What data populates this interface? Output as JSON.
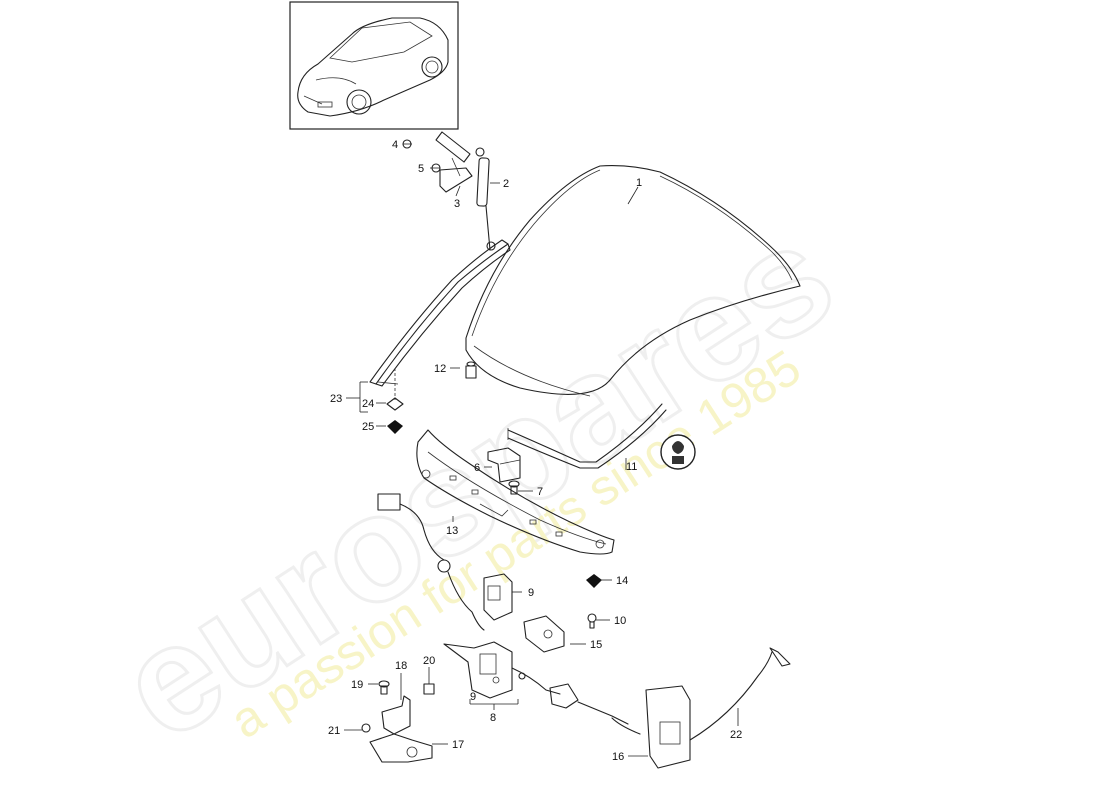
{
  "watermark": {
    "brand": "eurospares",
    "tagline": "a passion for parts since 1985"
  },
  "callouts": [
    {
      "id": "1",
      "label": "1"
    },
    {
      "id": "2",
      "label": "2"
    },
    {
      "id": "3",
      "label": "3"
    },
    {
      "id": "4",
      "label": "4"
    },
    {
      "id": "5",
      "label": "5"
    },
    {
      "id": "6",
      "label": "6"
    },
    {
      "id": "7",
      "label": "7"
    },
    {
      "id": "8",
      "label": "8"
    },
    {
      "id": "9a",
      "label": "9"
    },
    {
      "id": "9b",
      "label": "9"
    },
    {
      "id": "10",
      "label": "10"
    },
    {
      "id": "11",
      "label": "11"
    },
    {
      "id": "12",
      "label": "12"
    },
    {
      "id": "13",
      "label": "13"
    },
    {
      "id": "14",
      "label": "14"
    },
    {
      "id": "15",
      "label": "15"
    },
    {
      "id": "16",
      "label": "16"
    },
    {
      "id": "17",
      "label": "17"
    },
    {
      "id": "18",
      "label": "18"
    },
    {
      "id": "19",
      "label": "19"
    },
    {
      "id": "20",
      "label": "20"
    },
    {
      "id": "21",
      "label": "21"
    },
    {
      "id": "22",
      "label": "22"
    },
    {
      "id": "23",
      "label": "23"
    },
    {
      "id": "24",
      "label": "24"
    },
    {
      "id": "25",
      "label": "25"
    }
  ]
}
